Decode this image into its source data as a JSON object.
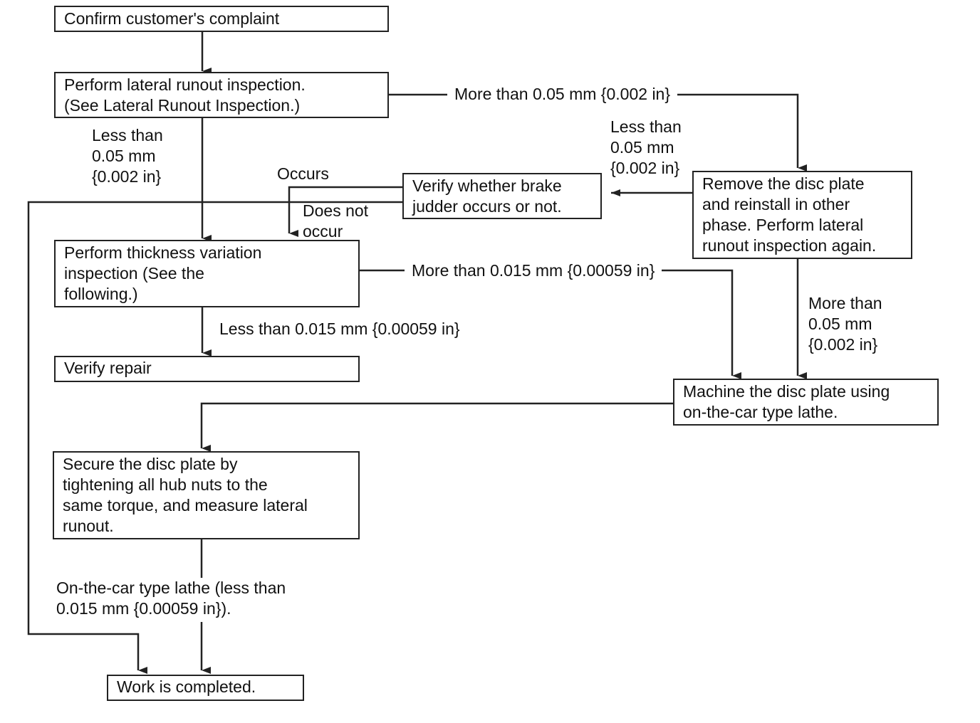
{
  "colors": {
    "line": "#222222",
    "background": "#ffffff"
  },
  "boxes": {
    "confirm": "Confirm customer's complaint",
    "lateral": "Perform lateral runout inspection.\n(See Lateral Runout Inspection.)",
    "verify_judder": "Verify whether brake\njudder occurs or not.",
    "remove_disc": "Remove the disc plate\nand reinstall in other\nphase. Perform lateral\nrunout inspection again.",
    "thickness": "Perform thickness variation\ninspection (See the\nfollowing.)",
    "verify_repair": "Verify repair",
    "machine": "Machine the disc plate using\non-the-car type lathe.",
    "secure": "Secure the disc plate by\ntightening all hub nuts to the\nsame torque, and measure lateral\nrunout.",
    "complete": "Work is completed."
  },
  "labels": {
    "more_than_005_top": "More than 0.05 mm {0.002 in}",
    "less_than_005_left": "Less than\n0.05 mm\n{0.002 in}",
    "less_than_005_right": "Less than\n0.05 mm\n{0.002 in}",
    "occurs": "Occurs",
    "does_not_occur": "Does not\noccur",
    "more_than_0015": "More than 0.015 mm {0.00059 in}",
    "less_than_0015": "Less than 0.015 mm {0.00059 in}",
    "more_than_005_right": "More than\n0.05 mm\n{0.002 in}",
    "on_the_car_lathe": "On-the-car type lathe (less than\n0.015 mm {0.00059 in})."
  }
}
